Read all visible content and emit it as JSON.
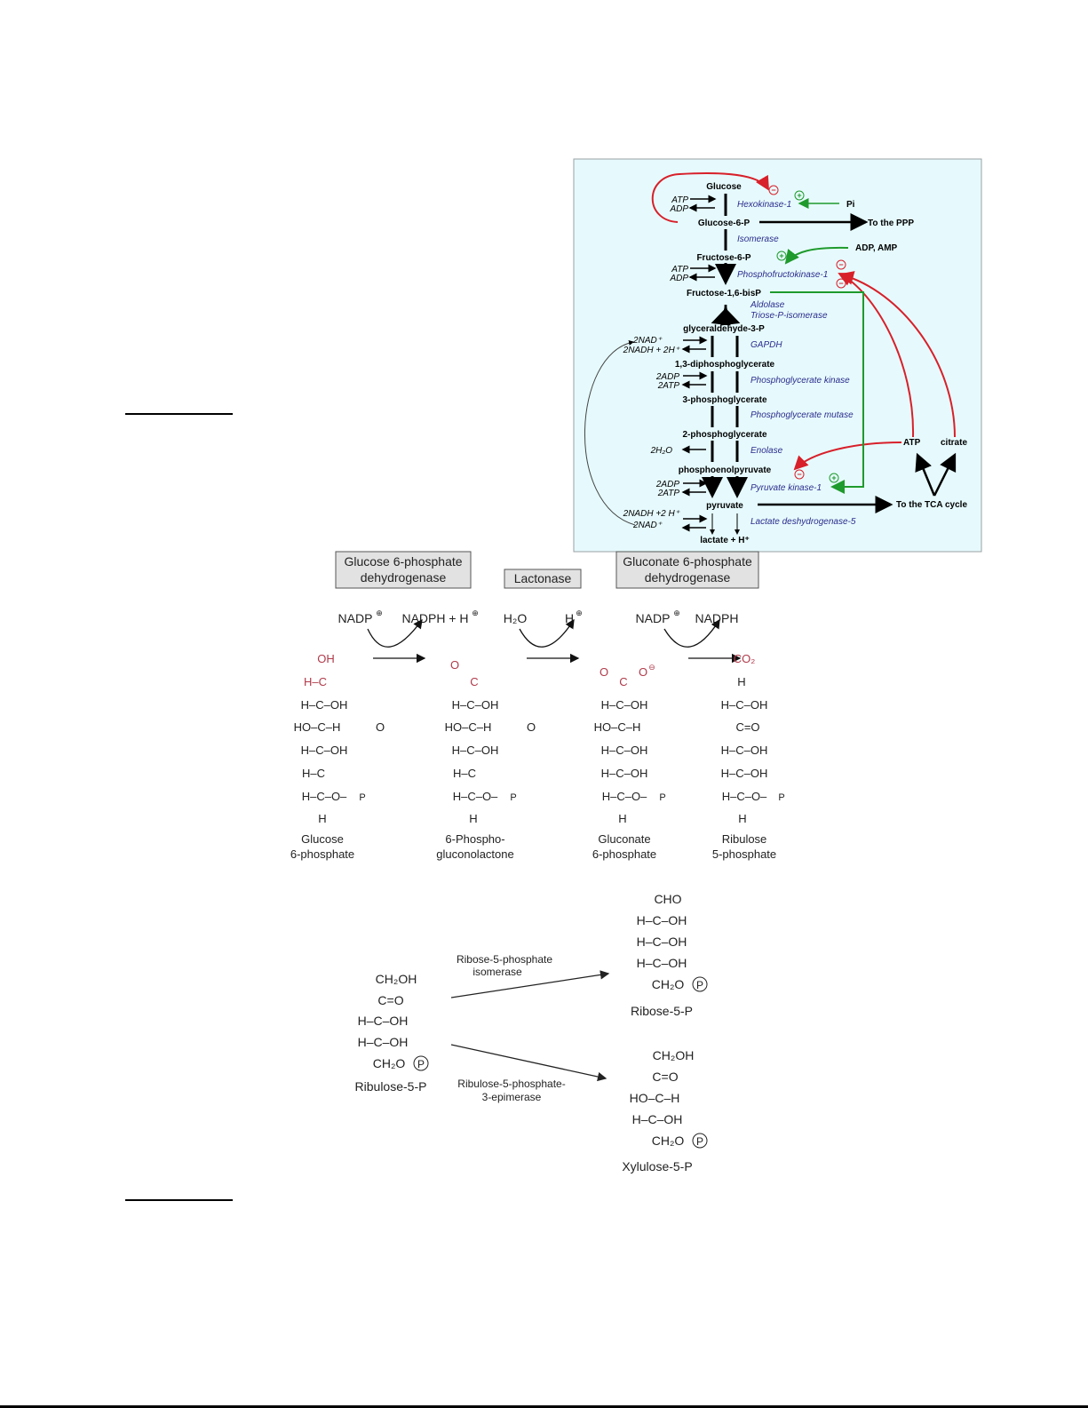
{
  "glycolysis": {
    "metabolites": {
      "glucose": "Glucose",
      "g6p": "Glucose-6-P",
      "f6p": "Fructose-6-P",
      "f16bp": "Fructose-1,6-bisP",
      "gap": "glyceraldehyde-3-P",
      "bpg13": "1,3-diphosphoglycerate",
      "pg3": "3-phosphoglycerate",
      "pg2": "2-phosphoglycerate",
      "pep": "phosphoenolpyruvate",
      "pyruvate": "pyruvate",
      "lactate": "lactate + H⁺"
    },
    "enzymes": {
      "hk": "Hexokinase-1",
      "iso": "Isomerase",
      "pfk": "Phosphofructokinase-1",
      "aldolase": "Aldolase",
      "tpi": "Triose-P-isomerase",
      "gapdh": "GAPDH",
      "pgk": "Phosphoglycerate kinase",
      "pgm": "Phosphoglycerate mutase",
      "enolase": "Enolase",
      "pk": "Pyruvate kinase-1",
      "ldh": "Lactate deshydrogenase-5"
    },
    "cofactors": {
      "atp1": "ATP",
      "adp1": "ADP",
      "atp2": "ATP",
      "adp2": "ADP",
      "nad": "2NAD⁺",
      "nadh": "2NADH + 2H⁺",
      "adp3": "2ADP",
      "atp3": "2ATP",
      "h2o": "2H₂O",
      "adp4": "2ADP",
      "atp4": "2ATP",
      "nadh2": "2NADH +2 H⁺",
      "nad2": "2NAD⁺"
    },
    "regulators": {
      "pi": "Pi",
      "adp_amp": "ADP, AMP",
      "atp": "ATP",
      "citrate": "citrate",
      "to_ppp": "To the PPP",
      "to_tca": "To the TCA cycle",
      "minus": "−",
      "plus": "+"
    },
    "colors": {
      "panel_bg": "#e6fafd",
      "enzyme": "#2b2b8c",
      "inhibit": "#d8202a",
      "activate": "#1f9a2c"
    }
  },
  "ppp_oxidative": {
    "enzymes": [
      {
        "line1": "Glucose 6-phosphate",
        "line2": "dehydrogenase"
      },
      {
        "line1": "Lactonase",
        "line2": ""
      },
      {
        "line1": "Gluconate 6-phosphate",
        "line2": "dehydrogenase"
      }
    ],
    "reactants": {
      "nadp1": "NADP",
      "nadph1": "NADPH + H",
      "h2o": "H₂O",
      "h": "H",
      "nadp2": "NADP",
      "nadph2": "NADPH",
      "co2": "CO₂",
      "plus_sup": "⊕",
      "minus_sup": "⊖"
    },
    "compounds": [
      {
        "name1": "Glucose",
        "name2": "6-phosphate"
      },
      {
        "name1": "6-Phospho-",
        "name2": "gluconolactone"
      },
      {
        "name1": "Gluconate",
        "name2": "6-phosphate"
      },
      {
        "name1": "Ribulose",
        "name2": "5-phosphate"
      }
    ],
    "accent_color": "#b03a4a"
  },
  "ppp_isomerization": {
    "substrate": "Ribulose-5-P",
    "products": [
      "Ribose-5-P",
      "Xylulose-5-P"
    ],
    "enzyme_top": {
      "line1": "Ribose-5-phosphate",
      "line2": "isomerase"
    },
    "enzyme_bottom": {
      "line1": "Ribulose-5-phosphate-",
      "line2": "3-epimerase"
    }
  }
}
